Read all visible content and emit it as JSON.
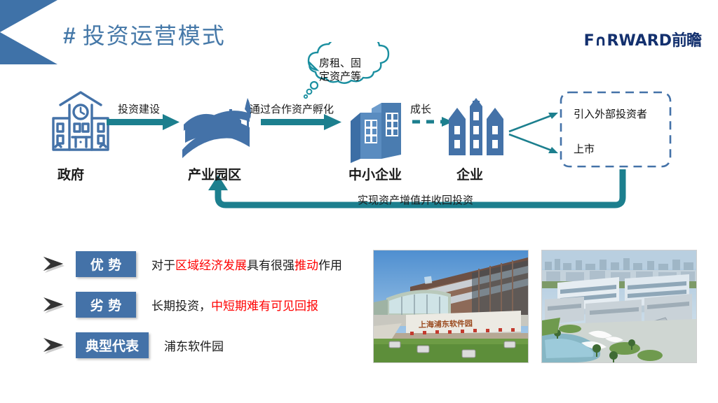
{
  "header": {
    "title_prefix": "#",
    "title": "投资运营模式",
    "brand_en": "F∩RWARD",
    "brand_cn": "前瞻",
    "accent_blue": "#3f72a8",
    "title_blue": "#4578a8",
    "brand_navy": "#13306e"
  },
  "diagram": {
    "teal": "#1c7f8e",
    "blue": "#4472a8",
    "nodes": [
      {
        "id": "government",
        "label": "政府",
        "icon": "government-building-icon"
      },
      {
        "id": "industrial-park",
        "label": "产业园区",
        "icon": "hills-park-icon"
      },
      {
        "id": "sme",
        "label": "中小企业",
        "icon": "office-towers-icon"
      },
      {
        "id": "enterprise",
        "label": "企业",
        "icon": "city-buildings-icon"
      }
    ],
    "flows": [
      {
        "id": "flow-1",
        "label": "投资建设",
        "style": "solid"
      },
      {
        "id": "flow-2",
        "label": "通过合作资产孵化",
        "style": "solid"
      },
      {
        "id": "flow-3",
        "label": "成长",
        "style": "dashed"
      }
    ],
    "thought_bubble": {
      "line1": "房租、固",
      "line2": "定资产等"
    },
    "outcome_box": {
      "items": [
        "引入外部投资者",
        "上市"
      ]
    },
    "feedback_loop": {
      "label": "实现资产增值并收回投资"
    }
  },
  "bullets": [
    {
      "badge": "优 势",
      "segments": [
        {
          "text": "对于",
          "red": false
        },
        {
          "text": "区域经济发展",
          "red": true
        },
        {
          "text": "具有很强",
          "red": false
        },
        {
          "text": "推动",
          "red": true
        },
        {
          "text": "作用",
          "red": false
        }
      ]
    },
    {
      "badge": "劣 势",
      "segments": [
        {
          "text": "长期投资，",
          "red": false
        },
        {
          "text": "中短期难有可见回报",
          "red": true
        }
      ]
    },
    {
      "badge": "典型代表",
      "segments": [
        {
          "text": "浦东软件园",
          "red": false
        }
      ]
    }
  ],
  "photos": [
    {
      "id": "photo-pudong-software-park-entrance",
      "caption_in_image": "上海浦东软件园"
    },
    {
      "id": "photo-software-park-aerial",
      "caption_in_image": ""
    }
  ]
}
